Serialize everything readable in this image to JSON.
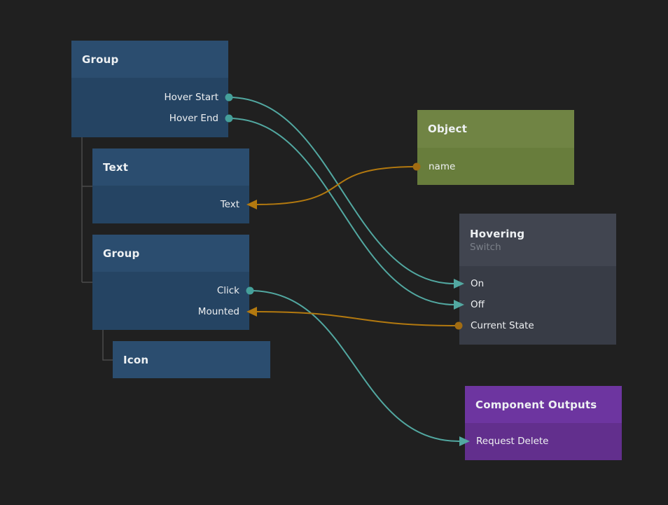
{
  "canvas": {
    "background_color": "#202020",
    "tree_connector_color": "#4a4a4a"
  },
  "colors": {
    "signal_wire_teal": "#52a8a1",
    "data_wire_orange": "#b3790f",
    "teal_port_dot": "#45a09a",
    "orange_port_dot": "#a16c12",
    "blue_node_header": "#2b4d6f",
    "blue_node_body": "#254463",
    "green_node_header": "#708444",
    "green_node_body": "#687d3c",
    "dark_node_header": "#414550",
    "dark_node_body": "#383c46",
    "purple_node_header": "#6d35a0",
    "purple_node_body": "#622f8d"
  },
  "nodes": [
    {
      "title": "Group",
      "type": "blue",
      "ports": [
        {
          "label": "Hover Start",
          "side": "right",
          "role": "output",
          "wire_color": "teal"
        },
        {
          "label": "Hover End",
          "side": "right",
          "role": "output",
          "wire_color": "teal"
        }
      ]
    },
    {
      "title": "Text",
      "type": "blue",
      "ports": [
        {
          "label": "Text",
          "side": "right",
          "role": "input",
          "wire_color": "orange"
        }
      ]
    },
    {
      "title": "Group",
      "type": "blue",
      "ports": [
        {
          "label": "Click",
          "side": "right",
          "role": "output",
          "wire_color": "teal"
        },
        {
          "label": "Mounted",
          "side": "right",
          "role": "input",
          "wire_color": "orange"
        }
      ]
    },
    {
      "title": "Icon",
      "type": "blue",
      "ports": []
    },
    {
      "title": "Object",
      "type": "green",
      "ports": [
        {
          "label": "name",
          "side": "left",
          "role": "output",
          "wire_color": "orange"
        }
      ]
    },
    {
      "title": "Hovering",
      "subtitle": "Switch",
      "type": "dark",
      "ports": [
        {
          "label": "On",
          "side": "left",
          "role": "input",
          "wire_color": "teal"
        },
        {
          "label": "Off",
          "side": "left",
          "role": "input",
          "wire_color": "teal"
        },
        {
          "label": "Current State",
          "side": "left",
          "role": "output",
          "wire_color": "orange"
        }
      ]
    },
    {
      "title": "Component Outputs",
      "type": "purple",
      "ports": [
        {
          "label": "Request Delete",
          "side": "left",
          "role": "input",
          "wire_color": "teal"
        }
      ]
    }
  ],
  "connections": [
    {
      "from": "Group.Hover Start",
      "to": "Hovering.On",
      "color": "teal"
    },
    {
      "from": "Group.Hover End",
      "to": "Hovering.Off",
      "color": "teal"
    },
    {
      "from": "Object.name",
      "to": "Text.Text",
      "color": "orange"
    },
    {
      "from": "Hovering.Current State",
      "to": "Group.Mounted",
      "color": "orange"
    },
    {
      "from": "Group.Click",
      "to": "Component Outputs.Request Delete",
      "color": "teal"
    }
  ],
  "hierarchy": [
    {
      "parent": "Group",
      "children": [
        "Text",
        "Group"
      ]
    },
    {
      "parent": "Group (2)",
      "children": [
        "Icon"
      ]
    }
  ]
}
